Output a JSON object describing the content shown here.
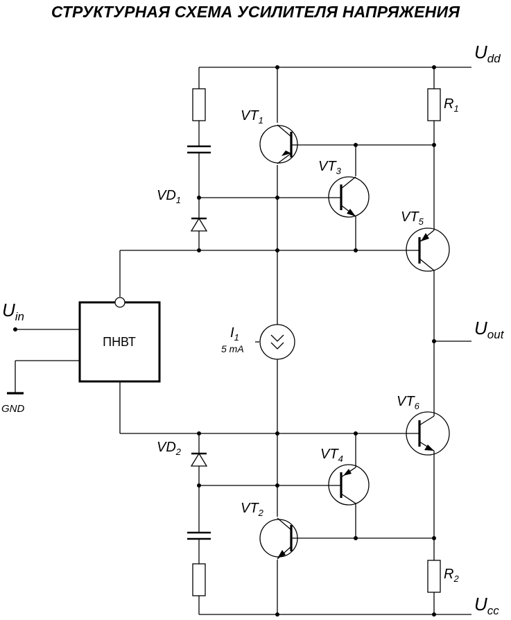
{
  "title": "СТРУКТУРНАЯ СХЕМА УСИЛИТЕЛЯ НАПРЯЖЕНИЯ",
  "labels": {
    "udd": {
      "main": "U",
      "sub": "dd"
    },
    "ucc": {
      "main": "U",
      "sub": "cc"
    },
    "uin": {
      "main": "U",
      "sub": "in"
    },
    "uout": {
      "main": "U",
      "sub": "out"
    },
    "gnd": "GND",
    "r1": {
      "main": "R",
      "sub": "1"
    },
    "r2": {
      "main": "R",
      "sub": "2"
    },
    "vt1": {
      "main": "VT",
      "sub": "1"
    },
    "vt2": {
      "main": "VT",
      "sub": "2"
    },
    "vt3": {
      "main": "VT",
      "sub": "3"
    },
    "vt4": {
      "main": "VT",
      "sub": "4"
    },
    "vt5": {
      "main": "VT",
      "sub": "5"
    },
    "vt6": {
      "main": "VT",
      "sub": "6"
    },
    "vd1": {
      "main": "VD",
      "sub": "1"
    },
    "vd2": {
      "main": "VD",
      "sub": "2"
    },
    "i1": {
      "main": "I",
      "sub": "1",
      "value": "5 mA"
    },
    "block": "ПНВТ"
  }
}
